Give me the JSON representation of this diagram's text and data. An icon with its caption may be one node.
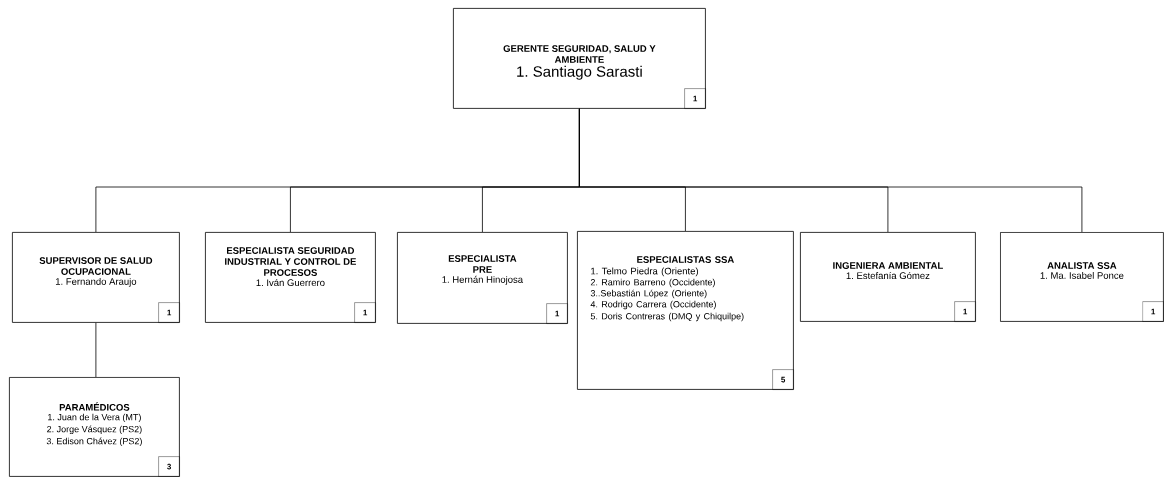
{
  "diagram": {
    "nodes": [
      {
        "text": [
          "GERENTE SEGURIDAD, SALUD Y AMBIENTE",
          "1. Santiago Sarasti"
        ]
      },
      {
        "text": [
          "1"
        ],
        "in": 0
      },
      {
        "text": [
          "SUPERVISOR DE SALUD OCUPACIONAL",
          "1. Fernando Araujo"
        ]
      },
      {
        "text": [
          "1"
        ],
        "in": 2
      },
      {
        "text": [
          "ESPECIALISTA SEGURIDAD INDUSTRIAL Y CONTROL DE PROCESOS",
          "1. Iván Guerrero"
        ]
      },
      {
        "text": [
          "1"
        ],
        "in": 4
      },
      {
        "text": [
          "ESPECIALISTA PRE",
          "1. Hernán Hinojosa"
        ]
      },
      {
        "text": [
          "1"
        ],
        "in": 6
      },
      {
        "text": [
          "ESPECIALISTAS SSA",
          "1. Telmo Piedra (Oriente)",
          "2. Ramiro Barreno (Occidente)",
          "3..Sebastián López  (Oriente)",
          "4. Rodrigo Carrera (Occidente)",
          "5. Doris Contreras (DMQ y Chiquilpe)"
        ]
      },
      {
        "text": [
          "5"
        ],
        "in": 8
      },
      {
        "text": [
          "INGENIERA AMBIENTAL",
          "1. Estefanía Gómez"
        ]
      },
      {
        "text": [
          "1"
        ],
        "in": 10
      },
      {
        "text": [
          "ANALISTA SSA",
          "1. Ma. Isabel Ponce"
        ]
      },
      {
        "text": [
          "1"
        ],
        "in": 12
      },
      {
        "text": [
          "PARAMÉDICOS",
          "1. Juan de la Vera (MT)",
          "2. Jorge Vásquez (PS2)",
          "3. Edison Chávez (PS2)"
        ]
      },
      {
        "text": [
          "3"
        ],
        "in": 14
      }
    ],
    "edges": [
      {
        "from": 0,
        "to": 2,
        "arrow": "none"
      },
      {
        "from": 0,
        "to": 4,
        "arrow": "none"
      },
      {
        "from": 0,
        "to": 6,
        "arrow": "none"
      },
      {
        "from": 0,
        "to": 8,
        "arrow": "none"
      },
      {
        "from": 0,
        "to": 10,
        "arrow": "none"
      },
      {
        "from": 0,
        "to": 12,
        "arrow": "none"
      },
      {
        "from": 2,
        "to": 14,
        "arrow": "none"
      }
    ]
  }
}
